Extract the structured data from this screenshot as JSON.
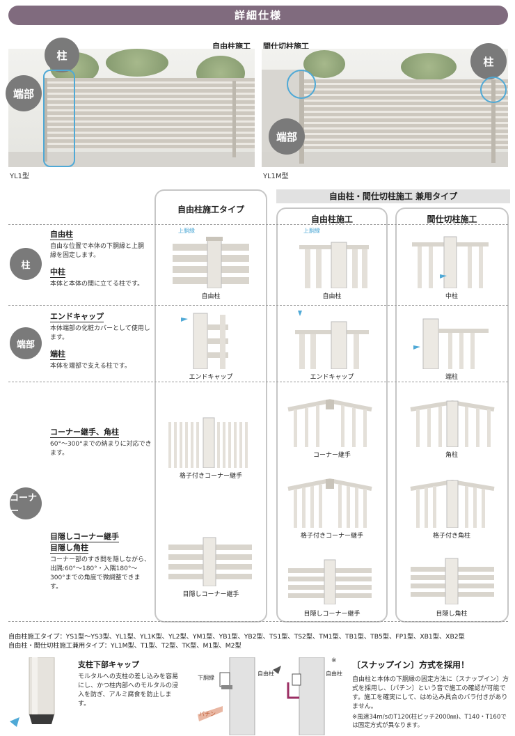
{
  "banner": "詳細仕様",
  "photos": {
    "label_jiyu": "自由柱施工",
    "label_maji": "間仕切柱施工",
    "left_caption": "YL1型",
    "right_caption": "YL1M型",
    "hashira": "柱",
    "tanbu": "端部"
  },
  "columns": {
    "type_a": "自由柱施工タイプ",
    "combo": "自由柱・間仕切柱施工 兼用タイプ",
    "combo_a": "自由柱施工",
    "combo_b": "間仕切柱施工"
  },
  "rows": {
    "hashira": {
      "badge": "柱",
      "t1": "自由柱",
      "b1": "自由な位置で本体の下胴縁と上胴縁を固定します。",
      "t2": "中柱",
      "b2": "本体と本体の間に立てる柱です。",
      "caps": [
        "自由柱",
        "自由柱",
        "中柱"
      ],
      "tag": "上胴縁"
    },
    "tanbu": {
      "badge": "端部",
      "t1": "エンドキャップ",
      "b1": "本体端部の化粧カバーとして使用します。",
      "t2": "端柱",
      "b2": "本体を端部で支える柱です。",
      "caps": [
        "エンドキャップ",
        "エンドキャップ",
        "端柱"
      ]
    },
    "corner": {
      "badge": "コーナー",
      "t1": "コーナー継手、角柱",
      "b1": "60°〜300°までの納まりに対応できます。",
      "t2a": "目隠しコーナー継手",
      "t2b": "目隠し角柱",
      "b2": "コーナー部のすき間を隠しながら、出隅:60°〜180°・入隅180°〜300°までの角度で微調整できます。",
      "caps": [
        "格子付きコーナー継手",
        "コーナー継手",
        "角柱",
        "格子付きコーナー継手",
        "格子付き角柱",
        "目隠しコーナー継手",
        "目隠しコーナー継手",
        "目隠し角柱"
      ]
    }
  },
  "models": {
    "line1": "自由柱施工タイプ：YS1型〜YS3型、YL1型、YL1K型、YL2型、YM1型、YB1型、YB2型、TS1型、TS2型、TM1型、TB1型、TB5型、FP1型、XB1型、XB2型",
    "line2": "自由柱・間仕切柱施工兼用タイプ：YL1M型、T1型、T2型、TK型、M1型、M2型"
  },
  "bottom": {
    "cap_title": "支柱下部キャップ",
    "cap_body": "モルタルへの支柱の差し込みを容易にし、かつ柱内部へのモルタルの浸入を防ぎ、アルミ腐食を防止します。",
    "diagram_labels": [
      "下胴縁",
      "自由柱",
      "自由柱",
      "パチン"
    ],
    "asterisk": "※",
    "snap_title": "〔スナップイン〕方式を採用！",
    "snap_body": "自由柱と本体の下胴縁の固定方法に〔スナップイン〕方式を採用し、〔パチン〕という音で施工の確認が可能です。施工を確実にして、はめ込み具合のバラ付きがありません。",
    "snap_note": "※風速34m/sのT120(柱ピッチ2000㎜)、T140・T160では固定方式が異なります。"
  }
}
